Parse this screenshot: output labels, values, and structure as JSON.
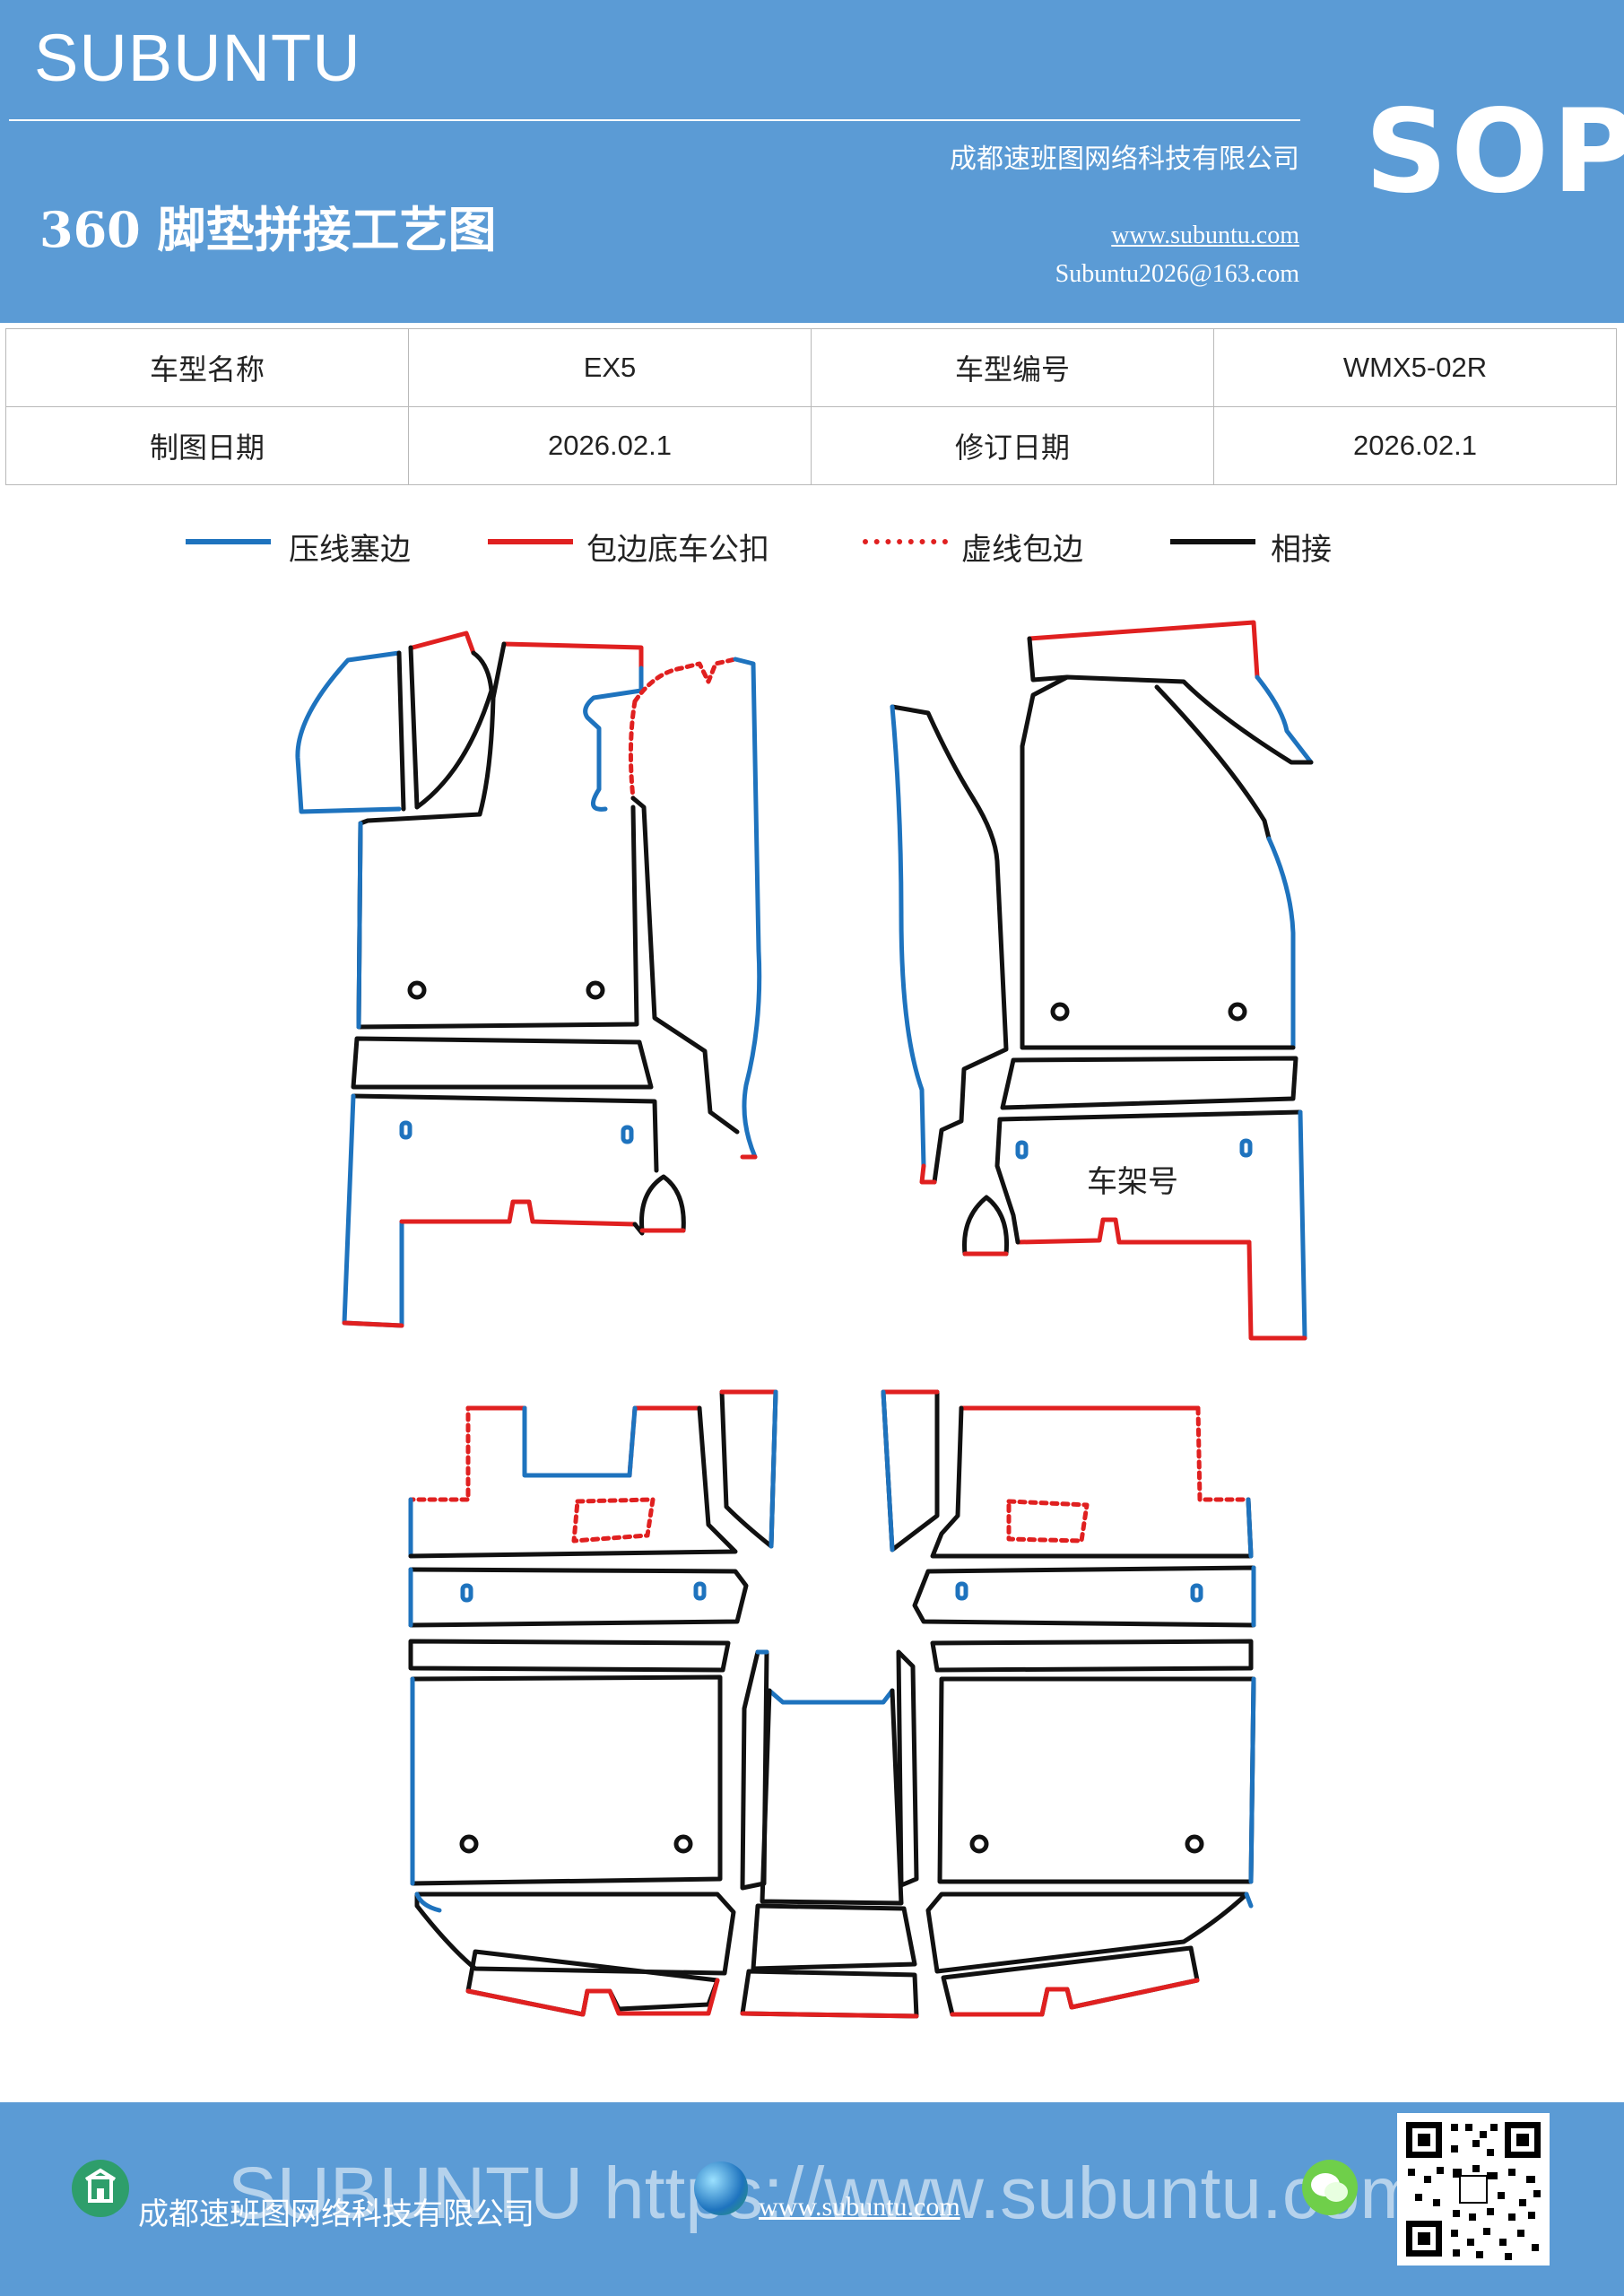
{
  "header": {
    "brand": "SUBUNTU",
    "title": "360 脚垫拼接工艺图",
    "company": "成都速班图网络科技有限公司",
    "website": "www.subuntu.com",
    "email": "Subuntu2026@163.com",
    "sop": "SOP"
  },
  "info_table": {
    "rows": [
      [
        "车型名称",
        "EX5",
        "车型编号",
        "WMX5-02R"
      ],
      [
        "制图日期",
        "2026.02.1",
        "修订日期",
        "2026.02.1"
      ]
    ]
  },
  "legend": [
    {
      "label": "压线塞边",
      "color": "#1e73be",
      "style": "solid"
    },
    {
      "label": "包边底车公扣",
      "color": "#e02020",
      "style": "solid"
    },
    {
      "label": "虚线包边",
      "color": "#e02020",
      "style": "dotted"
    },
    {
      "label": "相接",
      "color": "#111111",
      "style": "solid"
    }
  ],
  "diagram": {
    "vin_label": "车架号"
  },
  "footer": {
    "watermark": "SUBUNTU https://www.subuntu.com",
    "company": "成都速班图网络科技有限公司",
    "url": "www.subuntu.com",
    "icons": [
      "building-icon",
      "globe-icon",
      "wechat-icon",
      "qr-code"
    ]
  }
}
